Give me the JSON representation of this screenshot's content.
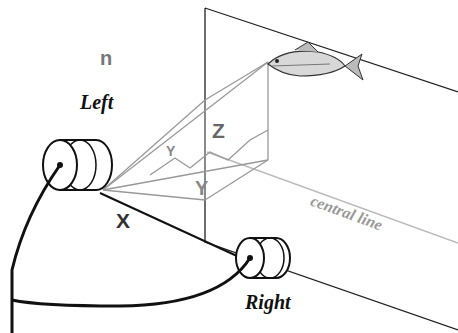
{
  "diagram": {
    "labels": [
      "Left",
      "n",
      "Y",
      "Z",
      "Y",
      "X",
      "central line",
      "Right"
    ]
  }
}
